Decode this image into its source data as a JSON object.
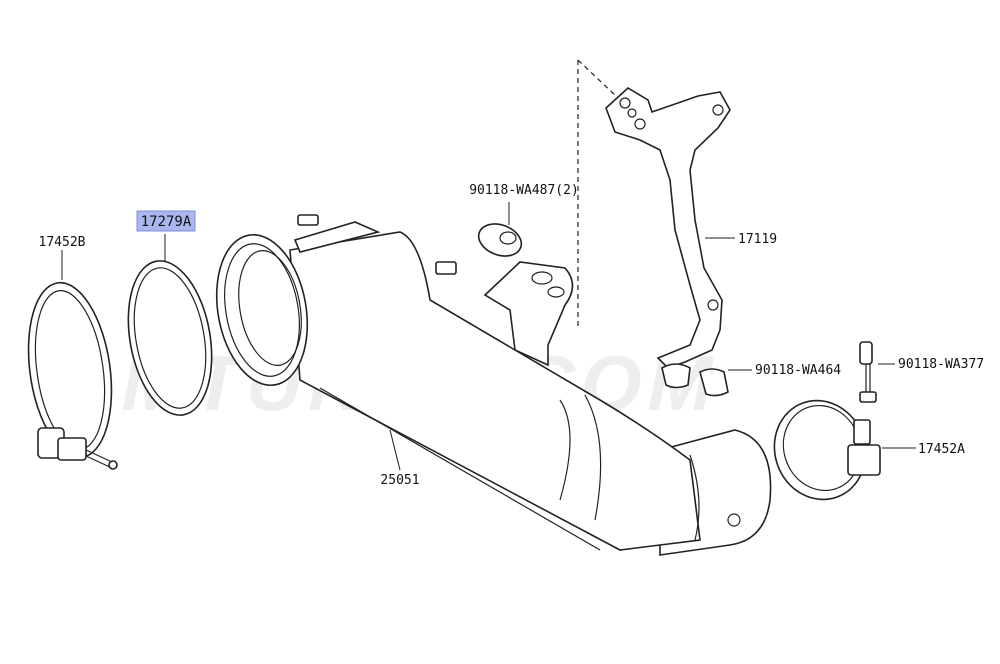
{
  "watermark": "MTUNED.COM",
  "highlight_color": "#aab6ee",
  "labels": {
    "clamp_left": "17452B",
    "gasket": "17279A",
    "bolt_top": "90118-WA487(2)",
    "bracket": "17119",
    "converter": "25051",
    "clip_mid": "90118-WA464",
    "bolt_right": "90118-WA377",
    "clamp_right": "17452A"
  }
}
